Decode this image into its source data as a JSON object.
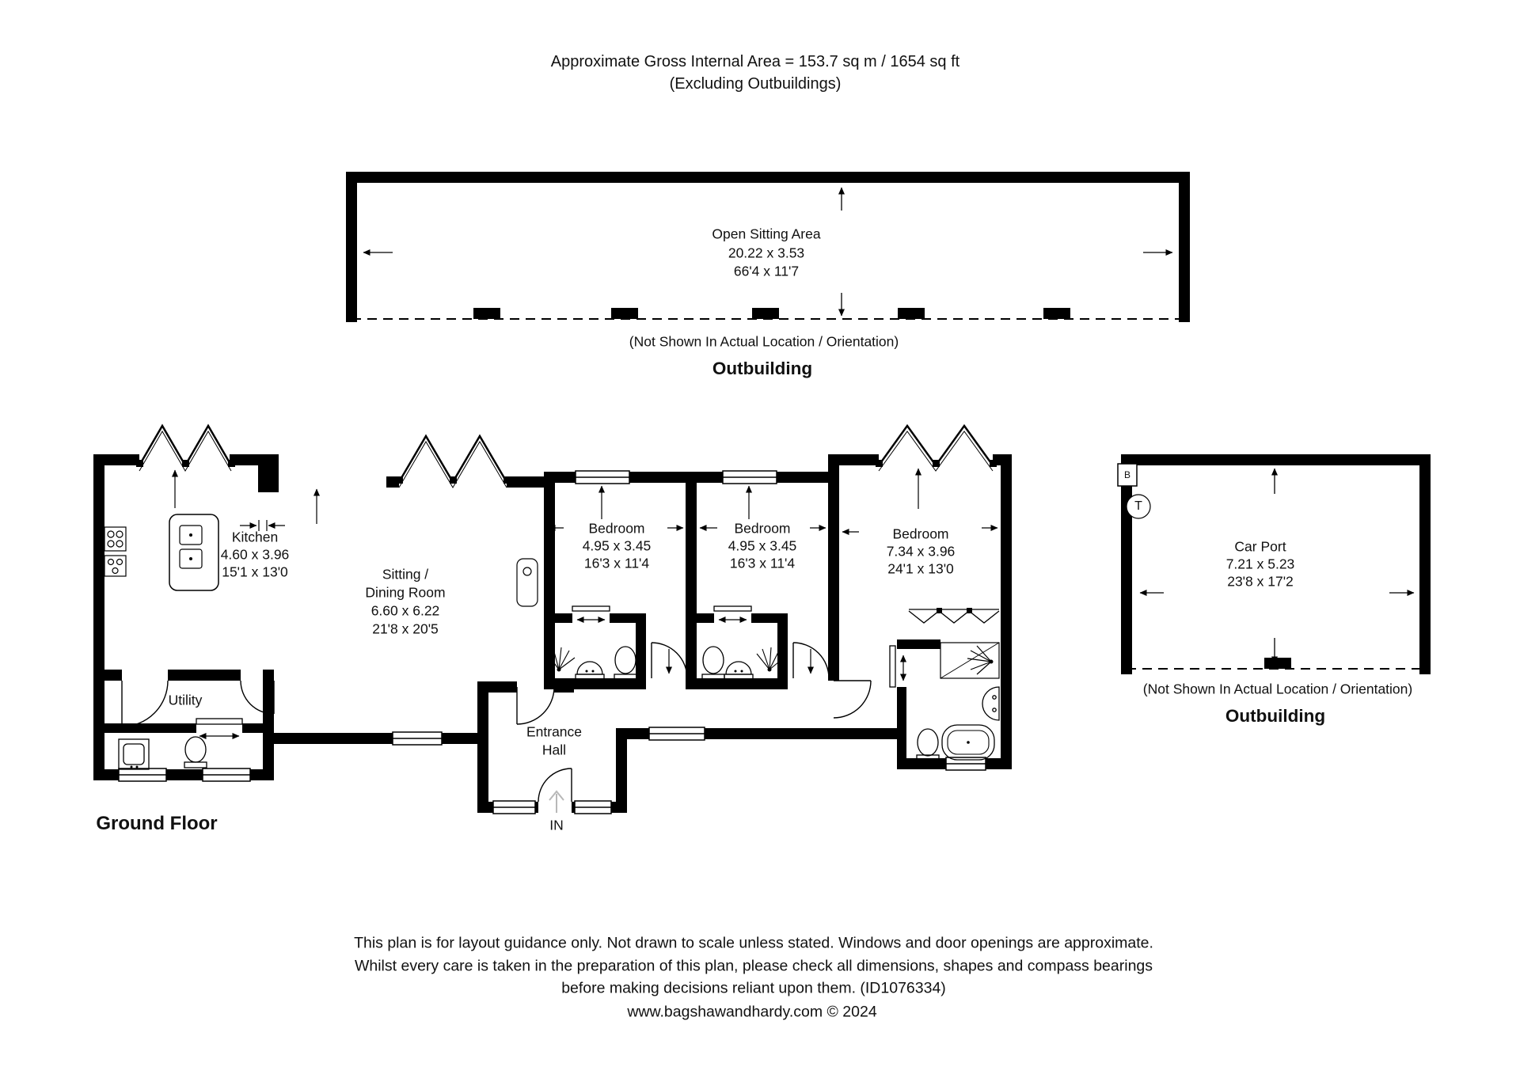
{
  "header": {
    "line1": "Approximate Gross Internal Area = 153.7 sq m / 1654 sq ft",
    "line2": "(Excluding Outbuildings)"
  },
  "outbuilding_top": {
    "room": {
      "name": "Open Sitting Area",
      "metric": "20.22 x 3.53",
      "imperial": "66'4 x 11'7"
    },
    "note": "(Not Shown In Actual Location / Orientation)",
    "label": "Outbuilding"
  },
  "main_floor": {
    "title": "Ground Floor",
    "kitchen": {
      "name": "Kitchen",
      "metric": "4.60 x 3.96",
      "imperial": "15'1 x 13'0"
    },
    "sitting_dining": {
      "line1": "Sitting /",
      "line2": "Dining Room",
      "metric": "6.60 x 6.22",
      "imperial": "21'8 x 20'5"
    },
    "bedroom1": {
      "name": "Bedroom",
      "metric": "4.95 x 3.45",
      "imperial": "16'3 x 11'4"
    },
    "bedroom2": {
      "name": "Bedroom",
      "metric": "4.95 x 3.45",
      "imperial": "16'3 x 11'4"
    },
    "bedroom3": {
      "name": "Bedroom",
      "metric": "7.34 x 3.96",
      "imperial": "24'1 x 13'0"
    },
    "utility": {
      "name": "Utility"
    },
    "entrance_hall": {
      "line1": "Entrance",
      "line2": "Hall",
      "entry_label": "IN"
    }
  },
  "carport_outbuilding": {
    "room": {
      "name": "Car Port",
      "metric": "7.21 x 5.23",
      "imperial": "23'8 x 17'2"
    },
    "note": "(Not Shown In Actual Location / Orientation)",
    "label": "Outbuilding",
    "boiler": "B",
    "tank": "T"
  },
  "footer": {
    "disclaimer_line1": "This plan is for layout guidance only. Not drawn to scale unless stated. Windows and door openings are approximate.",
    "disclaimer_line2": "Whilst every care is taken in the preparation of this plan, please check all dimensions, shapes and compass bearings",
    "disclaimer_line3": "before making decisions reliant upon them. (ID1076334)",
    "website": "www.bagshawandhardy.com © 2024"
  }
}
